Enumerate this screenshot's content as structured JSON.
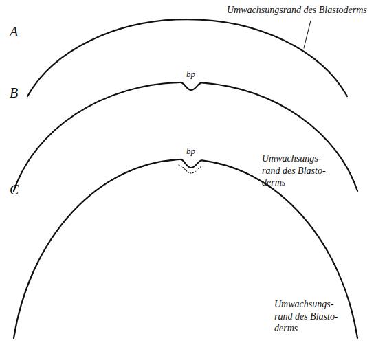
{
  "diagram": {
    "labels": [
      "A",
      "Umwachsungsrand des Blastoderms",
      "B",
      "bp",
      "Umwachsungs- rand des Blasto- derms",
      "C",
      "bp",
      "Umwachsungs- rand des Blasto- derms"
    ]
  }
}
